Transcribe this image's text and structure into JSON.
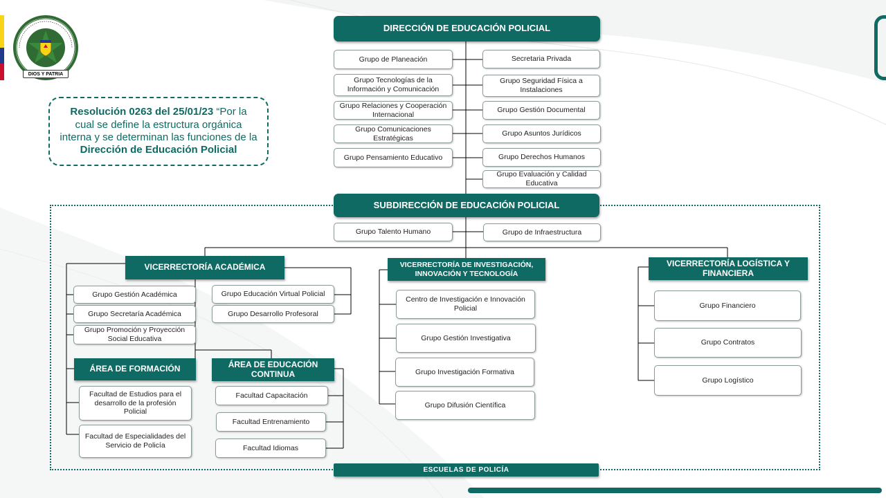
{
  "logo": {
    "ring_text": "REPÚBLICA DE COLOMBIA · POLICÍA NACIONAL",
    "motto": "DIOS Y PATRIA",
    "flag_colors": [
      "#f7d416",
      "#1f3a8c",
      "#c8102e"
    ]
  },
  "resolution": {
    "bold_prefix": "Resolución 0263 del 25/01/23",
    "text": " “Por la cual se define la estructura orgánica interna y se determinan las funciones de la ",
    "bold_suffix": "Dirección de Educación Policial"
  },
  "direccion": {
    "title": "DIRECCIÓN DE EDUCACIÓN POLICIAL",
    "left_groups": [
      "Grupo de Planeación",
      "Grupo Tecnologías de la Información y Comunicación",
      "Grupo Relaciones y Cooperación Internacional",
      "Grupo Comunicaciones Estratégicas",
      "Grupo Pensamiento Educativo"
    ],
    "right_groups": [
      "Secretaria Privada",
      "Grupo Seguridad Física a Instalaciones",
      "Grupo Gestión Documental",
      "Grupo Asuntos Jurídicos",
      "Grupo Derechos Humanos",
      "Grupo Evaluación y Calidad Educativa"
    ]
  },
  "subdireccion": {
    "title": "SUBDIRECCIÓN DE EDUCACIÓN POLICIAL",
    "left_group": "Grupo Talento Humano",
    "right_group": "Grupo de Infraestructura"
  },
  "academica": {
    "title": "VICERRECTORÍA ACADÉMICA",
    "left_groups": [
      "Grupo Gestión Académica",
      "Grupo Secretaría Académica",
      "Grupo Promoción y Proyección Social Educativa"
    ],
    "right_groups": [
      "Grupo Educación Virtual Policial",
      "Grupo Desarrollo Profesoral"
    ]
  },
  "formacion": {
    "title": "ÁREA DE FORMACIÓN",
    "items": [
      "Facultad de Estudios para el desarrollo de la profesión Policial",
      "Facultad de Especialidades del Servicio de Policía"
    ]
  },
  "continua": {
    "title": "ÁREA DE EDUCACIÓN CONTINUA",
    "items": [
      "Facultad Capacitación",
      "Facultad Entrenamiento",
      "Facultad Idiomas"
    ]
  },
  "investigacion": {
    "title": "VICERRECTORÍA DE INVESTIGACIÓN, INNOVACIÓN Y TECNOLOGÍA",
    "items": [
      "Centro de Investigación e Innovación Policial",
      "Grupo Gestión Investigativa",
      "Grupo Investigación Formativa",
      "Grupo Difusión Científica"
    ]
  },
  "logistica": {
    "title": "VICERRECTORÍA LOGÍSTICA Y FINANCIERA",
    "items": [
      "Grupo Financiero",
      "Grupo Contratos",
      "Grupo Logístico"
    ]
  },
  "escuelas": {
    "title": "ESCUELAS DE POLICÍA"
  },
  "colors": {
    "primary": "#0f6a63",
    "line": "#000000",
    "dotted_border": "#0f6a63"
  }
}
